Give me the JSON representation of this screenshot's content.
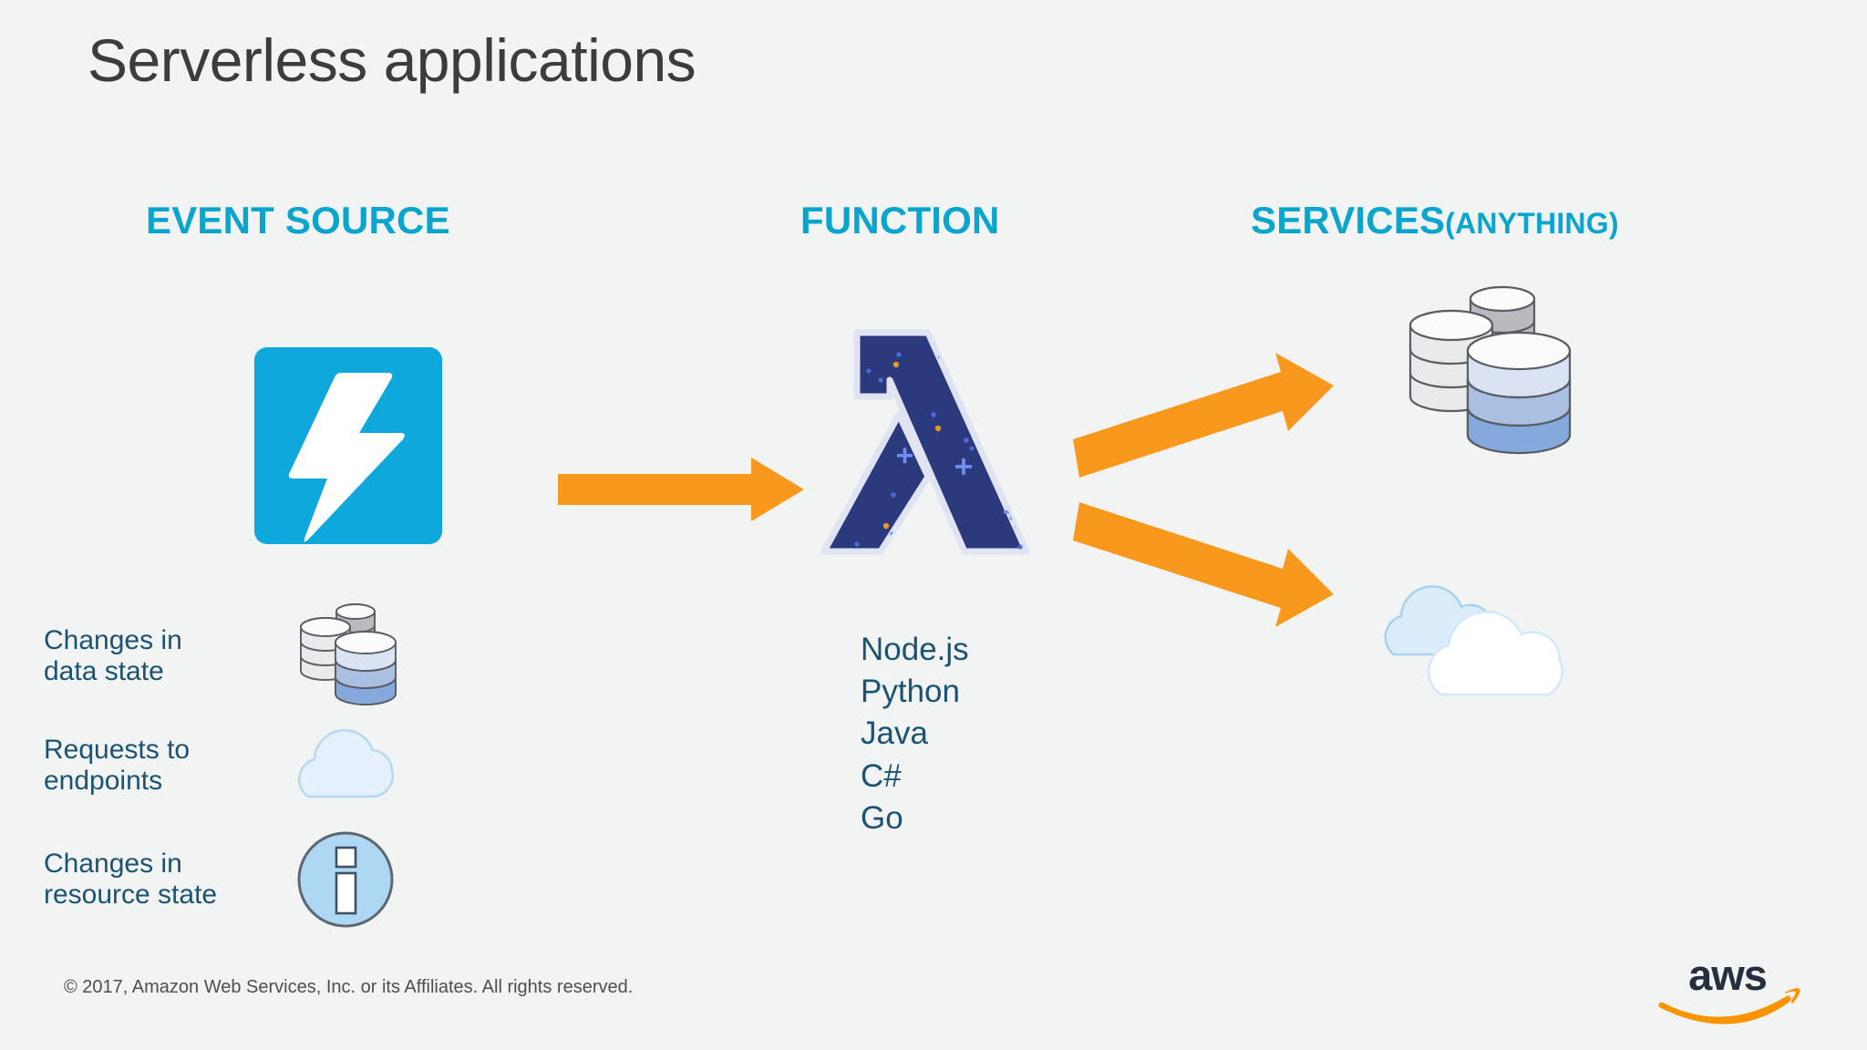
{
  "slide": {
    "title": "Serverless applications",
    "background_color": "#f2f3f3",
    "accent_cyan": "#09a5cd",
    "accent_orange": "#f8991d",
    "text_navy": "#1c5372",
    "lambda_navy": "#2b3a7d"
  },
  "columns": {
    "event_source": {
      "header": "EVENT SOURCE",
      "icon": "lightning-bolt-icon",
      "items": [
        {
          "label_line1": "Changes in",
          "label_line2": "data state",
          "icon": "database-stack-icon"
        },
        {
          "label_line1": "Requests to",
          "label_line2": "endpoints",
          "icon": "cloud-icon"
        },
        {
          "label_line1": "Changes in",
          "label_line2": "resource state",
          "icon": "info-circle-icon"
        }
      ]
    },
    "function": {
      "header": "FUNCTION",
      "icon": "aws-lambda-icon",
      "runtimes": [
        "Node.js",
        "Python",
        "Java",
        "C#",
        "Go"
      ]
    },
    "services": {
      "header": "SERVICES",
      "header_suffix": "(ANYTHING)",
      "icons": [
        "database-stack-icon",
        "cloud-pair-icon"
      ]
    }
  },
  "arrows": [
    {
      "name": "arrow-event-to-function",
      "direction": "right"
    },
    {
      "name": "arrow-function-to-database",
      "direction": "up-right"
    },
    {
      "name": "arrow-function-to-cloud",
      "direction": "down-right"
    }
  ],
  "footer": {
    "copyright": "© 2017, Amazon Web Services, Inc. or its Affiliates. All rights reserved.",
    "logo": "aws-logo"
  }
}
